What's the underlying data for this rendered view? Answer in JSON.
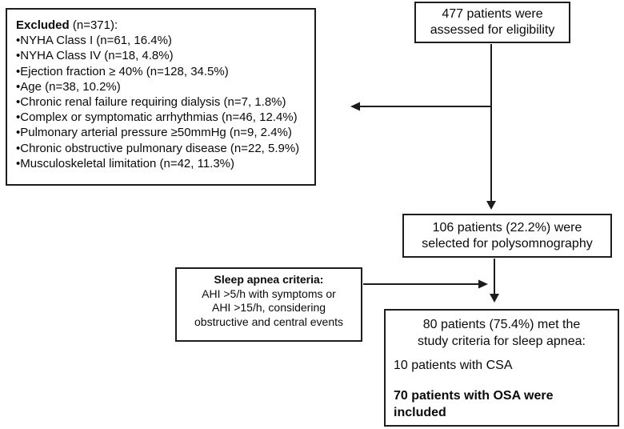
{
  "figure": {
    "background": "#ffffff",
    "line_color": "#1c1c1c",
    "text_color": "#0a0a0a"
  },
  "boxes": {
    "assessed": {
      "line1": "477 patients were",
      "line2": "assessed for eligibility"
    },
    "excluded": {
      "title_bold": "Excluded",
      "title_rest": " (n=371):",
      "items": [
        "•NYHA Class I (n=61, 16.4%)",
        "•NYHA Class IV (n=18, 4.8%)",
        "•Ejection fraction ≥ 40% (n=128, 34.5%)",
        "•Age (n=38, 10.2%)",
        "•Chronic renal failure requiring dialysis (n=7, 1.8%)",
        "•Complex or symptomatic arrhythmias (n=46, 12.4%)",
        "•Pulmonary arterial pressure ≥50mmHg (n=9, 2.4%)",
        "•Chronic obstructive pulmonary disease (n=22, 5.9%)",
        "•Musculoskeletal limitation (n=42, 11.3%)"
      ]
    },
    "selected": {
      "line1": "106 patients (22.2%) were",
      "line2": "selected for polysomnography"
    },
    "criteria": {
      "title": "Sleep apnea criteria:",
      "line1": "AHI >5/h with symptoms or",
      "line2": "AHI >15/h, considering",
      "line3": "obstructive and central events"
    },
    "met": {
      "line1": "80 patients (75.4%) met the",
      "line2": "study criteria for sleep apnea:",
      "csa": "10 patients with CSA",
      "osa_line1": "70 patients with OSA were",
      "osa_line2": "included"
    }
  }
}
